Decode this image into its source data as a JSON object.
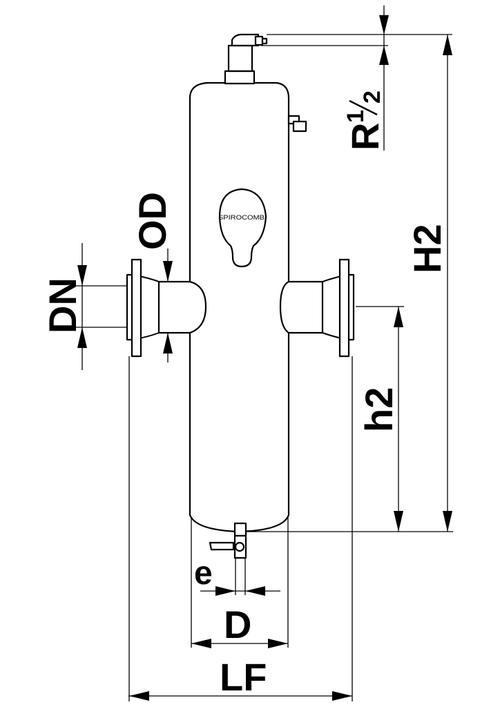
{
  "labels": {
    "r_half": "R",
    "r_sup": "1",
    "r_sub": "2",
    "h2_upper": "H2",
    "od": "OD",
    "dn": "DN",
    "h2_lower": "h2",
    "e": "e",
    "d": "D",
    "lf": "LF"
  },
  "logo": "SPIROCOMBI",
  "colors": {
    "line": "#000000",
    "background": "#ffffff"
  }
}
